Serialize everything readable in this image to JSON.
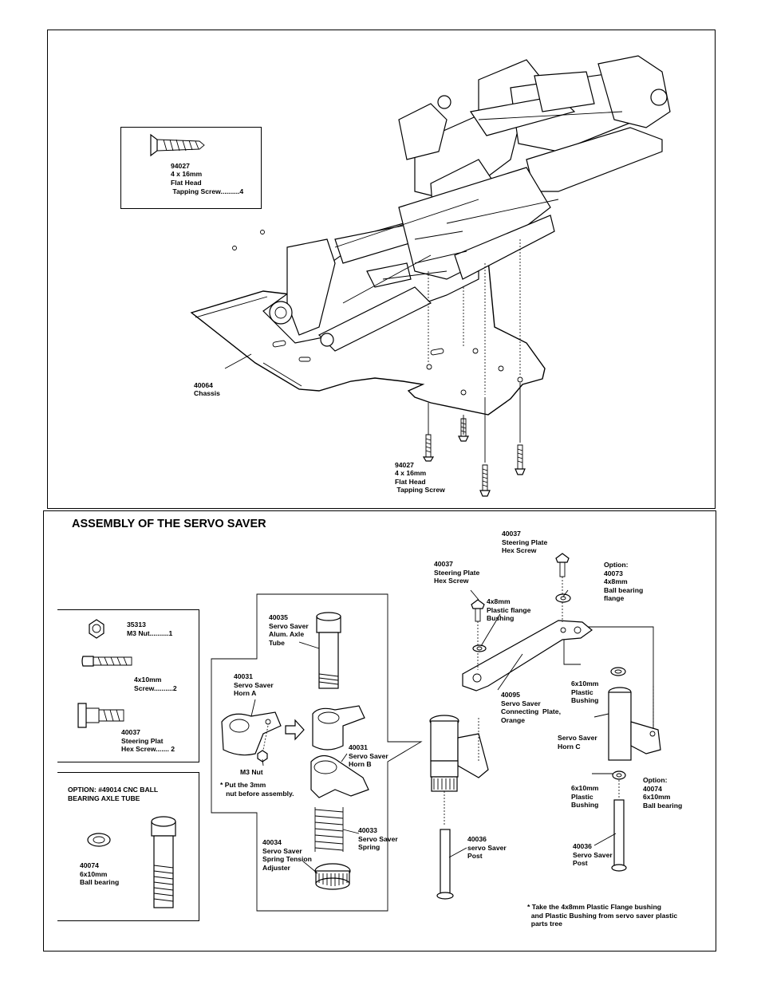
{
  "top_panel": {
    "screw_box": {
      "part_no": "94027",
      "size": "4 x 16mm",
      "type": "Flat Head",
      "desc": " Tapping Screw..........4"
    },
    "chassis": {
      "part_no": "40064",
      "name": "Chassis"
    },
    "screw_callout": {
      "part_no": "94027",
      "size": "4 x 16mm",
      "type": "Flat Head",
      "desc": " Tapping Screw"
    }
  },
  "bottom_panel": {
    "title": "ASSEMBLY OF THE SERVO SAVER",
    "hardware": [
      {
        "part_no": "35313",
        "desc": "M3 Nut..........1"
      },
      {
        "part_no": "4x10mm",
        "desc": "Screw..........2"
      },
      {
        "part_no": "40037",
        "desc": "Steering Plat",
        "desc2": "Hex Screw....... 2"
      }
    ],
    "option_box": {
      "title": "OPTION: #49014 CNC BALL\nBEARING AXLE TUBE",
      "bearing": "40074\n6x10mm\nBall bearing"
    },
    "labels": {
      "axle_tube": "40035\nServo Saver\nAlum. Axle\nTube",
      "horn_a": "40031\nServo Saver\nHorn A",
      "m3nut": "M3 Nut",
      "note_nut": "* Put the 3mm\n   nut before assembly.",
      "horn_b": "40031\nServo Saver\nHorn B",
      "spring": "40033\nServo Saver\nSpring",
      "adjuster": "40034\nServo Saver\nSpring Tension\nAdjuster",
      "hex_screw_top": "40037\nSteering Plate\nHex Screw",
      "hex_screw_left": "40037\nSteering Plate\nHex Screw",
      "flange_bushing": "4x8mm\nPlastic flange\nBushing",
      "option_flange": "Option:\n40073\n4x8mm\nBall bearing\nflange",
      "connecting_plate": "40095\nServo Saver\nConnecting  Plate,\nOrange",
      "bushing_top": "6x10mm\nPlastic\nBushing",
      "horn_c": "Servo Saver\nHorn C",
      "bushing_bottom": "6x10mm\nPlastic\nBushing",
      "option_bearing": "Option:\n40074\n6x10mm\nBall bearing",
      "post_left": "40036\nservo Saver\nPost",
      "post_right": "40036\nServo Saver\nPost",
      "footnote": "* Take the 4x8mm Plastic Flange bushing\n  and Plastic Bushing from servo saver plastic\n  parts tree"
    }
  }
}
